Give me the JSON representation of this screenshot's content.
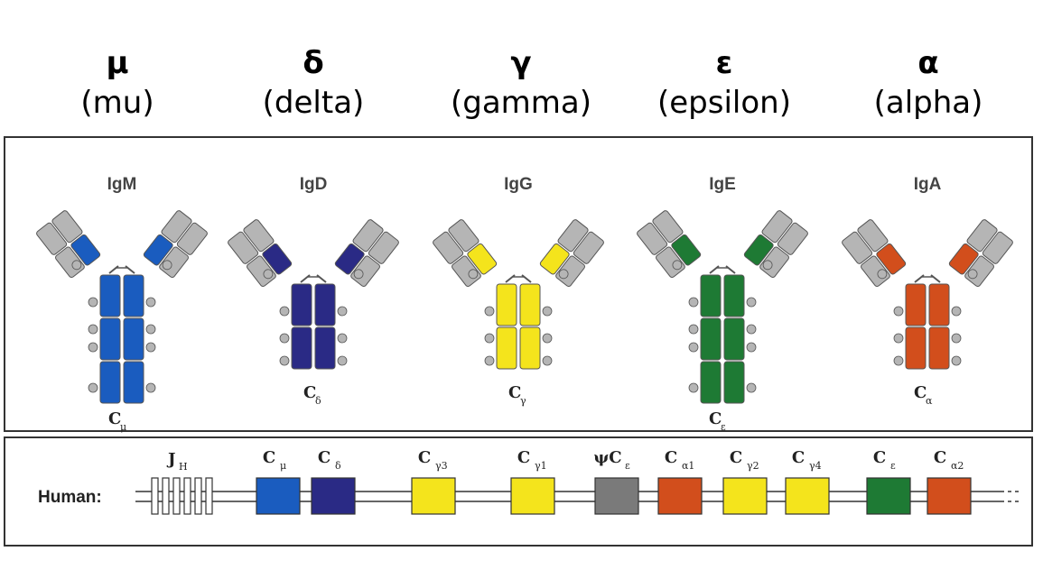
{
  "classes": [
    {
      "symbol": "μ",
      "name": "(mu)",
      "antibody": "IgM",
      "heavy_label": "C",
      "heavy_sub": "μ",
      "color": "#1a5cbf",
      "heavy_domains": 4
    },
    {
      "symbol": "δ",
      "name": "(delta)",
      "antibody": "IgD",
      "heavy_label": "C",
      "heavy_sub": "δ",
      "color": "#2a2a85",
      "heavy_domains": 3
    },
    {
      "symbol": "γ",
      "name": "(gamma)",
      "antibody": "IgG",
      "heavy_label": "C",
      "heavy_sub": "γ",
      "color": "#f4e41c",
      "heavy_domains": 3
    },
    {
      "symbol": "ε",
      "name": "(epsilon)",
      "antibody": "IgE",
      "heavy_label": "C",
      "heavy_sub": "ε",
      "color": "#1e7a34",
      "heavy_domains": 4
    },
    {
      "symbol": "α",
      "name": "(alpha)",
      "antibody": "IgA",
      "heavy_label": "C",
      "heavy_sub": "α",
      "color": "#d24e1c",
      "heavy_domains": 3
    }
  ],
  "locus": {
    "species_label": "Human:",
    "jh_label": "J",
    "jh_sub": "H",
    "genes": [
      {
        "label": "C",
        "sub": "μ",
        "color": "#1a5cbf"
      },
      {
        "label": "C",
        "sub": "δ",
        "color": "#2a2a85"
      },
      {
        "label": "C",
        "sub": "γ3",
        "color": "#f4e41c"
      },
      {
        "label": "C",
        "sub": "γ1",
        "color": "#f4e41c"
      },
      {
        "label": "ψC",
        "sub": "ε",
        "color": "#7a7a7a"
      },
      {
        "label": "C",
        "sub": "α1",
        "color": "#d24e1c"
      },
      {
        "label": "C",
        "sub": "γ2",
        "color": "#f4e41c"
      },
      {
        "label": "C",
        "sub": "γ4",
        "color": "#f4e41c"
      },
      {
        "label": "C",
        "sub": "ε",
        "color": "#1e7a34"
      },
      {
        "label": "C",
        "sub": "α2",
        "color": "#d24e1c"
      }
    ]
  },
  "colors": {
    "variable_domain": "#b5b5b5",
    "outline": "#555555",
    "sugar": "#b5b5b5"
  }
}
